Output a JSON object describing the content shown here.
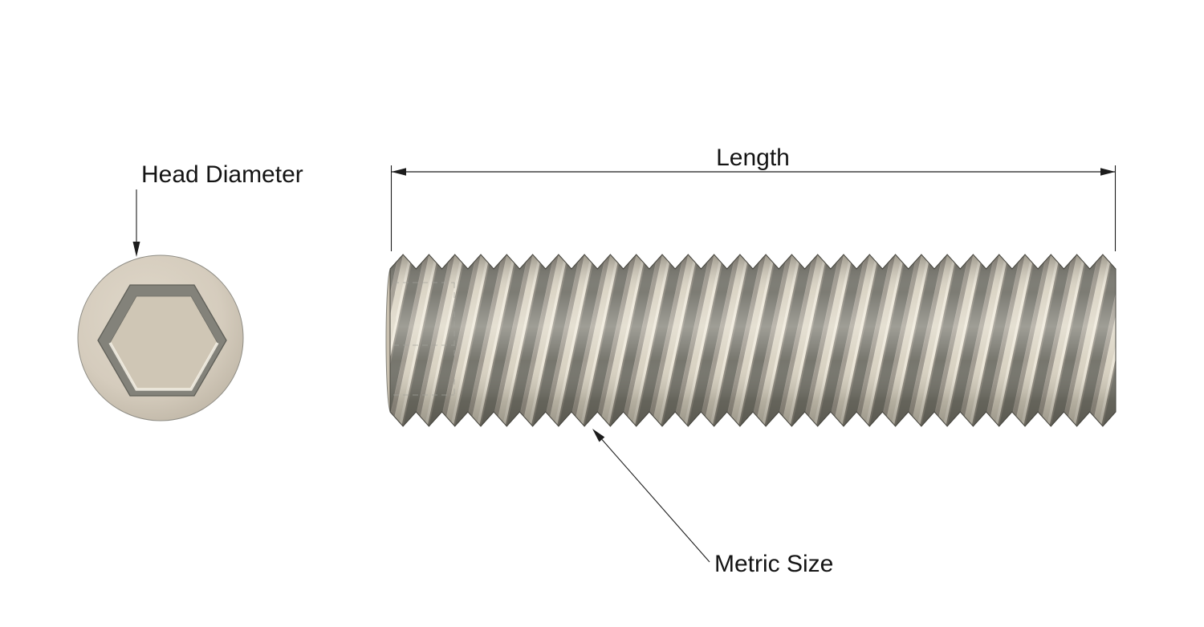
{
  "labels": {
    "head_diameter": "Head Diameter",
    "length": "Length",
    "metric_size": "Metric Size"
  },
  "colors": {
    "background": "#ffffff",
    "line": "#1c1c1c",
    "text": "#141414",
    "head_face": "#d5ccbd",
    "socket_wall": "#83827a",
    "socket_floor": "#cfc6b5",
    "socket_highlight": "#f3eee3",
    "thread_dark": "#6e6d64",
    "thread_mid": "#9b958a",
    "thread_light": "#d8d1c0",
    "thread_bright": "#ebe5d6",
    "thread_shadow": "#8a857a",
    "end_face": "#c9c0af",
    "outline": "#45443d"
  }
}
